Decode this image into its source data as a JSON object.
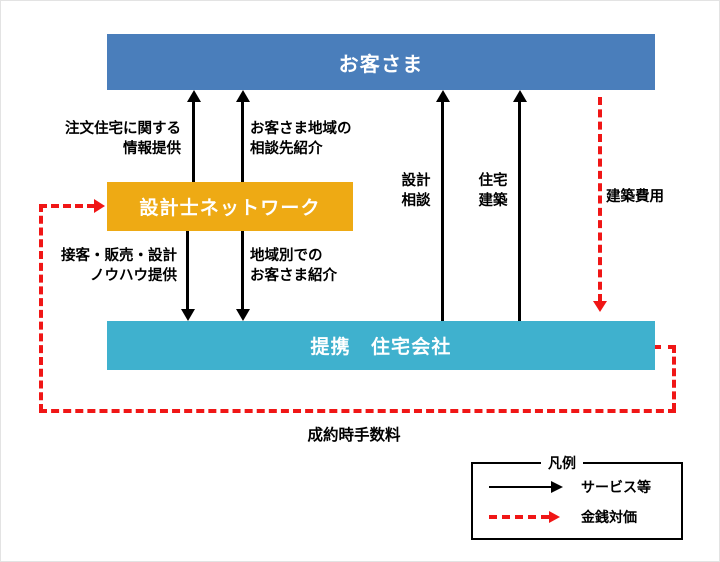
{
  "diagram": {
    "nodes": {
      "customer": "お客さま",
      "network": "設計士ネットワーク",
      "partner": "提携　住宅会社"
    },
    "edge_labels": {
      "info_custom_home": "注文住宅に関する\n情報提供",
      "intro_local_consult": "お客さま地域の\n相談先紹介",
      "knowhow": "接客・販売・設計\nノウハウ提供",
      "customer_referral": "地域別での\nお客さま紹介",
      "design_consult": "設計\n相談",
      "house_build": "住宅\n建築",
      "build_cost": "建築費用",
      "contract_fee": "成約時手数料"
    },
    "legend": {
      "title": "凡例",
      "items": [
        {
          "label": "サービス等",
          "style": "solid-black"
        },
        {
          "label": "金銭対価",
          "style": "dashed-red"
        }
      ]
    },
    "colors": {
      "customer": "#4a7ebb",
      "network": "#eeaa14",
      "partner": "#3fb1ce",
      "service_arrow": "#000000",
      "money_arrow": "#f01616"
    }
  }
}
